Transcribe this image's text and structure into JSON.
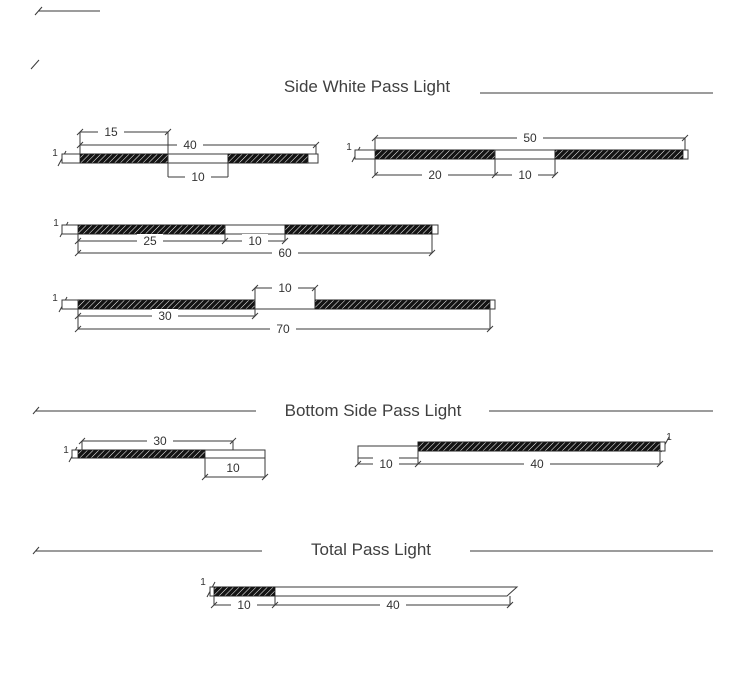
{
  "canvas": {
    "background": "#ffffff",
    "line_color": "#3a3a3a"
  },
  "sections": {
    "side_white_pass_light": {
      "title": "Side White Pass Light"
    },
    "bottom_side_pass_light": {
      "title": "Bottom Side Pass Light"
    },
    "total_pass_light": {
      "title": "Total Pass Light"
    }
  },
  "diagrams": {
    "a": {
      "edge_marker": "1",
      "dim_left_segment": "15",
      "dim_total": "40",
      "dim_gap": "10"
    },
    "b": {
      "edge_marker": "1",
      "dim_total": "50",
      "dim_left_segment": "20",
      "dim_gap": "10"
    },
    "c": {
      "edge_marker": "1",
      "dim_left_segment": "25",
      "dim_gap": "10",
      "dim_total": "60"
    },
    "d": {
      "edge_marker": "1",
      "dim_gap": "10",
      "dim_left_segment": "30",
      "dim_total": "70"
    },
    "e": {
      "edge_marker": "1",
      "dim_bar": "30",
      "dim_step": "10"
    },
    "f": {
      "edge_marker": "1",
      "dim_step": "10",
      "dim_bar": "40"
    },
    "g": {
      "edge_marker": "1",
      "dim_hatch": "10",
      "dim_body": "40"
    }
  }
}
